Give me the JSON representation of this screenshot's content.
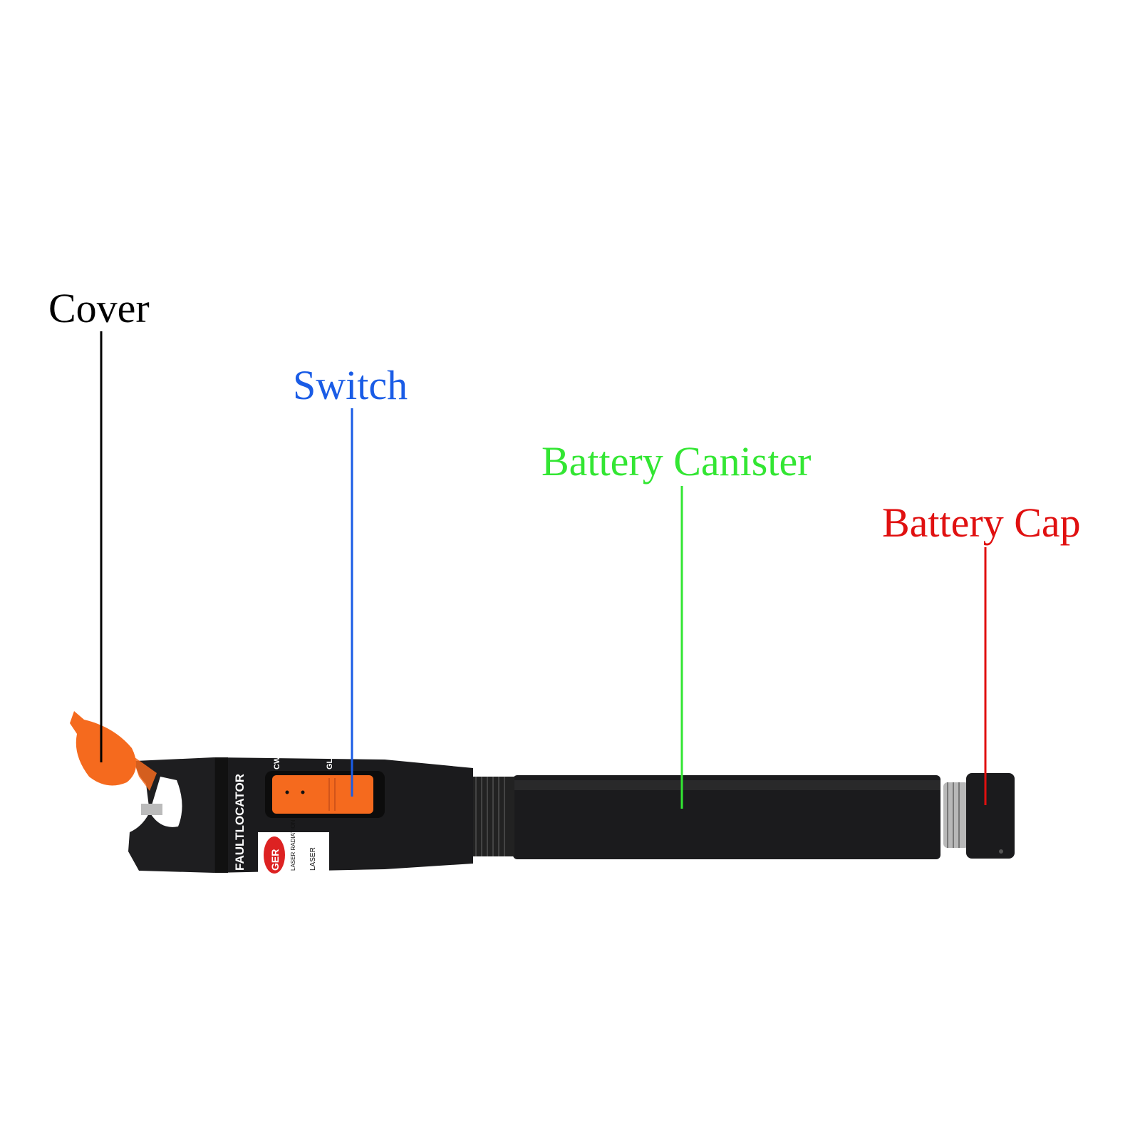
{
  "labels": {
    "cover": {
      "text": "Cover",
      "color": "#000000"
    },
    "switch": {
      "text": "Switch",
      "color": "#1a5ce6"
    },
    "battery_canister": {
      "text": "Battery Canister",
      "color": "#33e633"
    },
    "battery_cap": {
      "text": "Battery Cap",
      "color": "#e01010"
    }
  },
  "product": {
    "brand_text": "FAULTLOCATOR",
    "mode_left": "CW",
    "mode_right": "GL",
    "warning_partial": "GER",
    "warning_line": "LASER RADIATION",
    "laser_line": "LASER",
    "body_color": "#1b1b1d",
    "accent_color": "#f56a1e"
  }
}
